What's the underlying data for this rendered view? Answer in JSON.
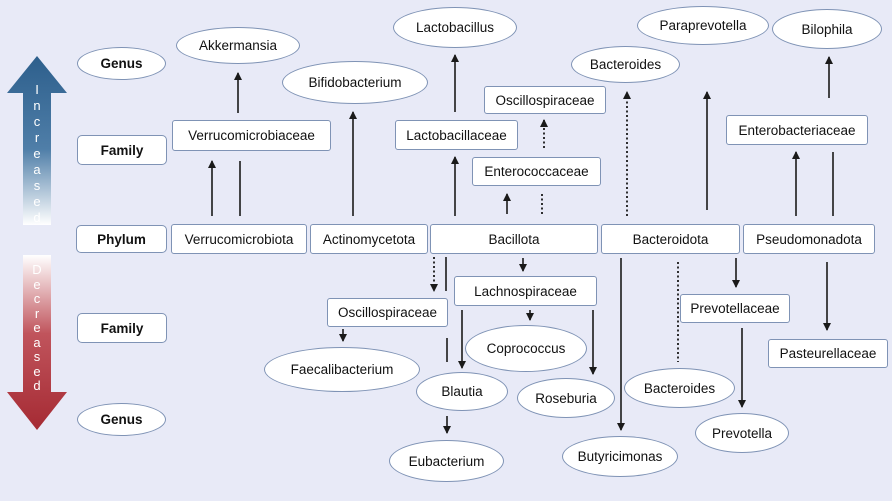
{
  "levels": {
    "genus_top": "Genus",
    "family_top": "Family",
    "phylum": "Phylum",
    "family_bottom": "Family",
    "genus_bottom": "Genus"
  },
  "arrows": {
    "up_label": "Increased",
    "down_label": "Decreased",
    "up_color_top": "#2d5f8c",
    "up_color_bottom": "#ffffff",
    "down_color_top": "#ffffff",
    "down_color_bottom": "#a52a33"
  },
  "phyla": {
    "verrucomicrobiota": "Verrucomicrobiota",
    "actinomycetota": "Actinomycetota",
    "bacillota": "Bacillota",
    "bacteroidota": "Bacteroidota",
    "pseudomonadota": "Pseudomonadota"
  },
  "increased": {
    "families": {
      "verrucomicrobiaceae": "Verrucomicrobiaceae",
      "lactobacillaceae": "Lactobacillaceae",
      "oscillospiraceae": "Oscillospiraceae",
      "enterococcaceae": "Enterococcaceae",
      "enterobacteriaceae": "Enterobacteriaceae"
    },
    "genera": {
      "akkermansia": "Akkermansia",
      "bifidobacterium": "Bifidobacterium",
      "lactobacillus": "Lactobacillus",
      "bacteroides": "Bacteroides",
      "paraprevotella": "Paraprevotella",
      "bilophila": "Bilophila"
    }
  },
  "decreased": {
    "families": {
      "oscillospiraceae": "Oscillospiraceae",
      "lachnospiraceae": "Lachnospiraceae",
      "prevotellaceae": "Prevotellaceae",
      "pasteurellaceae": "Pasteurellaceae"
    },
    "genera": {
      "faecalibacterium": "Faecalibacterium",
      "coprococcus": "Coprococcus",
      "blautia": "Blautia",
      "roseburia": "Roseburia",
      "bacteroides": "Bacteroides",
      "prevotella": "Prevotella",
      "butyricimonas": "Butyricimonas",
      "eubacterium": "Eubacterium"
    }
  },
  "line_color": "#1a1a1a"
}
